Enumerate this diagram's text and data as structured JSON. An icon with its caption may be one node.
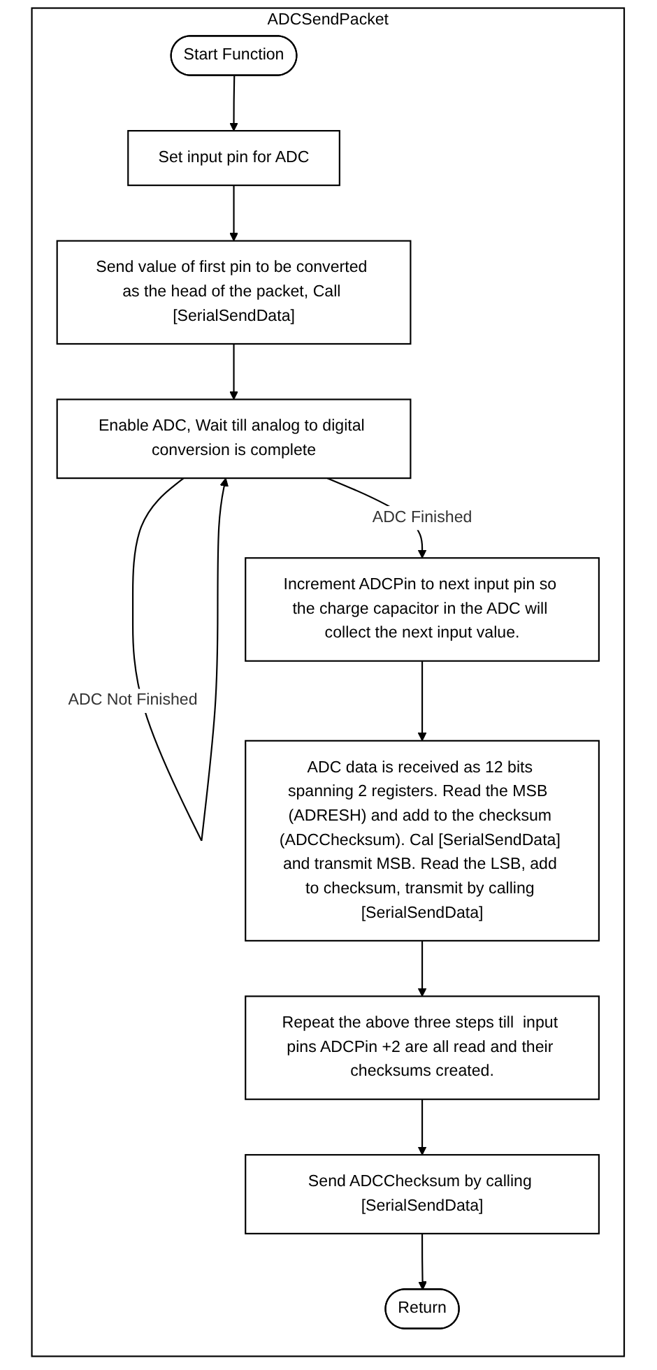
{
  "diagram": {
    "nodes": [
      {
        "text": [
          "ADCSendPacket"
        ]
      },
      {
        "text": [
          "Start Function"
        ],
        "in": 0
      },
      {
        "text": [
          "Set input pin for ADC"
        ],
        "in": 0
      },
      {
        "text": [
          "Send value of first pin to be converted as the head of the packet, Call [SerialSendData]"
        ],
        "in": 0
      },
      {
        "text": [
          "Enable ADC, Wait till analog to digital conversion is complete"
        ],
        "in": 0
      },
      {
        "text": [
          "Increment ADCPin to next input pin so the charge capacitor in the ADC will collect the next input value."
        ],
        "in": 0
      },
      {
        "text": [
          "ADC data is received as 12 bits spanning 2 registers. Read the MSB  (ADRESH) and add to the checksum (ADCChecksum). Cal [SerialSendData] and transmit MSB. Read the LSB, add to checksum, transmit by calling [SerialSendData]"
        ],
        "in": 0
      },
      {
        "text": [
          "Repeat the above three steps till  input pins ADCPin +2 are all read and their checksums created."
        ],
        "in": 0
      },
      {
        "text": [
          "Send ADCChecksum by calling [SerialSendData]"
        ],
        "in": 0
      },
      {
        "text": [
          "Return"
        ],
        "in": 0
      }
    ],
    "edges": [
      {
        "from": 1,
        "to": 2,
        "arrow": "to"
      },
      {
        "from": 2,
        "to": 3,
        "arrow": "to"
      },
      {
        "from": 3,
        "to": 4,
        "arrow": "to"
      },
      {
        "from": 4,
        "to": 4,
        "arrow": "to",
        "label": "ADC Not Finished"
      },
      {
        "from": 4,
        "to": 5,
        "arrow": "to",
        "label": "ADC Finished"
      },
      {
        "from": 5,
        "to": 6,
        "arrow": "to"
      },
      {
        "from": 6,
        "to": 7,
        "arrow": "to"
      },
      {
        "from": 7,
        "to": 8,
        "arrow": "to"
      },
      {
        "from": 8,
        "to": 9,
        "arrow": "to"
      }
    ]
  }
}
